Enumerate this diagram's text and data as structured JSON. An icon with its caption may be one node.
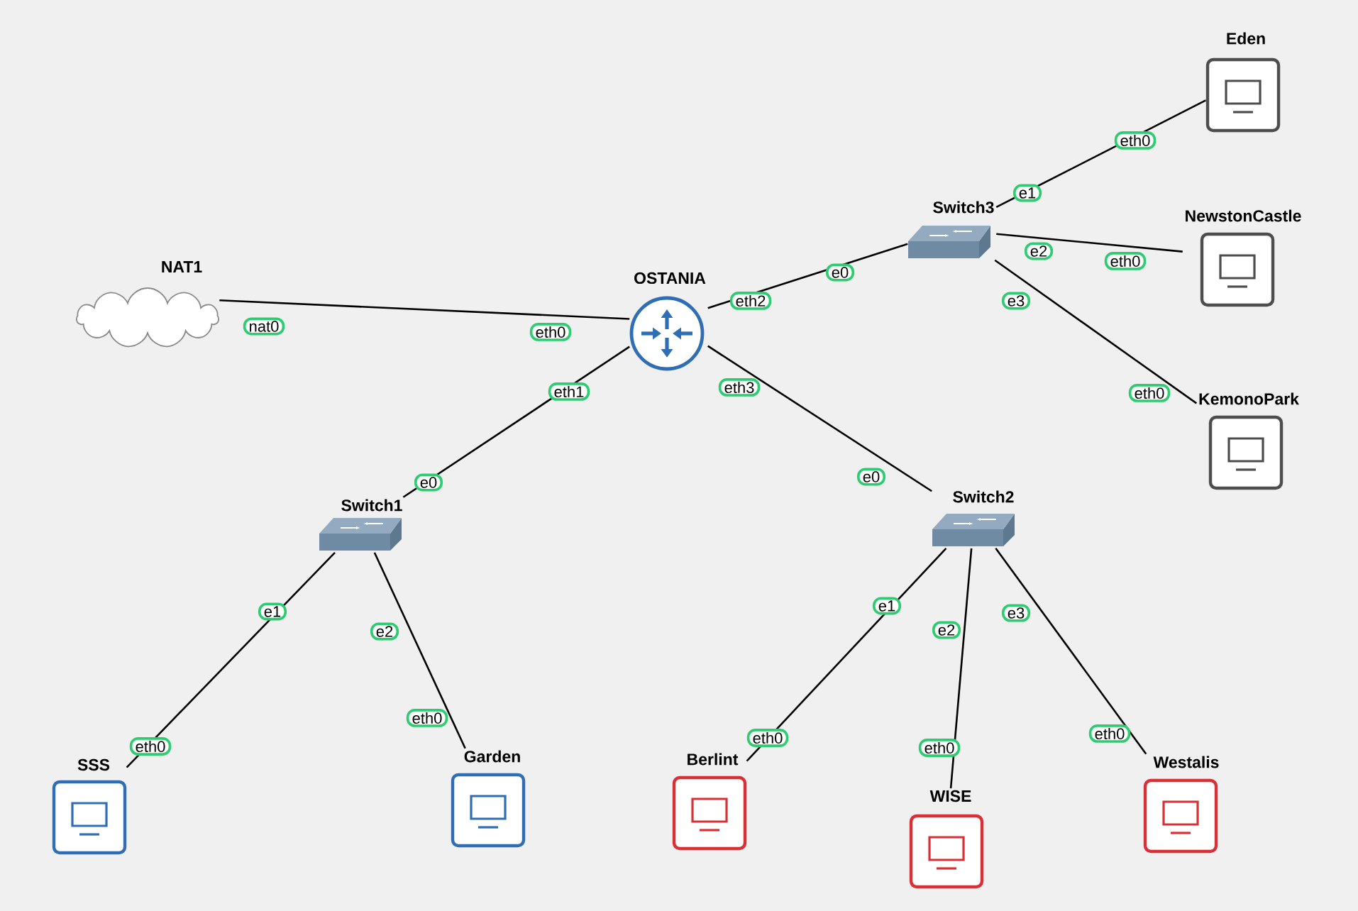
{
  "diagram": {
    "nodes": [
      {
        "text": [
          "NAT1"
        ]
      },
      {
        "text": [
          "OSTANIA"
        ]
      },
      {
        "text": [
          "Switch3"
        ]
      },
      {
        "text": [
          "Eden"
        ]
      },
      {
        "text": [
          "NewstonCastle"
        ]
      },
      {
        "text": [
          "KemonoPark"
        ]
      },
      {
        "text": [
          "Switch1"
        ]
      },
      {
        "text": [
          "Switch2"
        ]
      },
      {
        "text": [
          "SSS"
        ]
      },
      {
        "text": [
          "Garden"
        ]
      },
      {
        "text": [
          "Berlint"
        ]
      },
      {
        "text": [
          "WISE"
        ]
      },
      {
        "text": [
          "Westalis"
        ]
      }
    ],
    "edges": [
      {
        "from": 0,
        "to": 1,
        "arrow": "none"
      },
      {
        "from": 1,
        "to": 2,
        "arrow": "none"
      },
      {
        "from": 1,
        "to": 6,
        "arrow": "none"
      },
      {
        "from": 1,
        "to": 7,
        "arrow": "none"
      },
      {
        "from": 2,
        "to": 3,
        "arrow": "none"
      },
      {
        "from": 2,
        "to": 4,
        "arrow": "none"
      },
      {
        "from": 2,
        "to": 5,
        "arrow": "none"
      },
      {
        "from": 6,
        "to": 8,
        "arrow": "none"
      },
      {
        "from": 6,
        "to": 9,
        "arrow": "none"
      },
      {
        "from": 7,
        "to": 10,
        "arrow": "none"
      },
      {
        "from": 7,
        "to": 11,
        "arrow": "none"
      },
      {
        "from": 7,
        "to": 12,
        "arrow": "none"
      }
    ],
    "labels": [
      "eth0",
      "e1",
      "e2",
      "eth0",
      "e0",
      "eth2",
      "e3",
      "nat0",
      "eth0",
      "eth3",
      "eth1",
      "eth0",
      "e0",
      "e0",
      "e1",
      "e1",
      "e3",
      "e2",
      "e2",
      "eth0",
      "eth0",
      "eth0",
      "eth0",
      "eth0"
    ]
  }
}
